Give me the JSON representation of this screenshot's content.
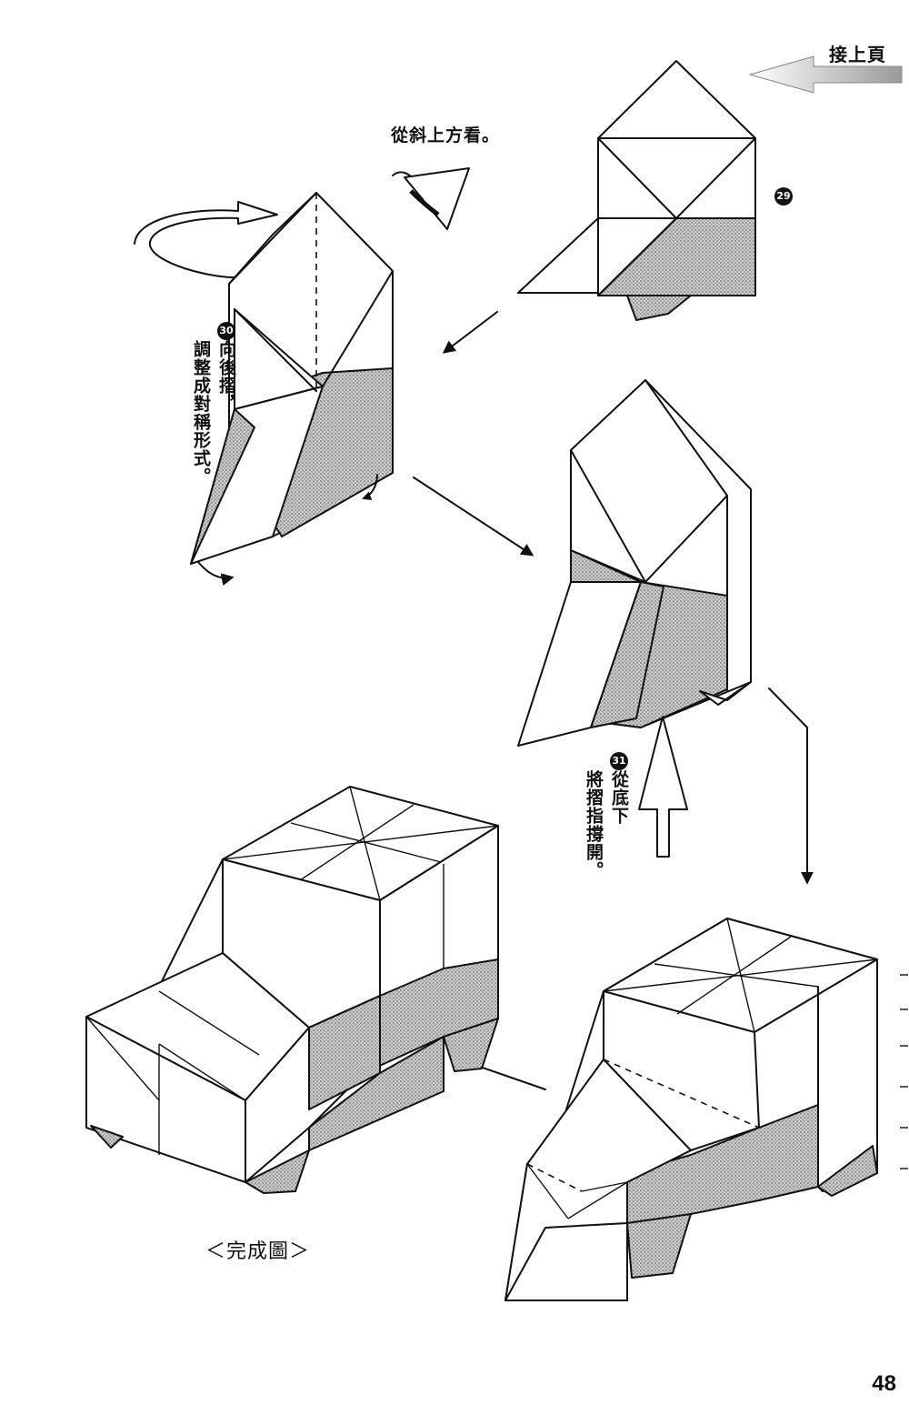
{
  "header": {
    "continue_label": "接上頁"
  },
  "captions": {
    "view_hint": "從斜上方看。",
    "step29": {
      "number": "29"
    },
    "step30": {
      "number": "30",
      "line1": "向後摺，",
      "line2": "調整成對稱形式。"
    },
    "step31": {
      "number": "31",
      "line1": "從底下",
      "line2": "將摺指撐開。"
    },
    "finished": "＜完成圖＞"
  },
  "page_number": "48",
  "colors": {
    "ink": "#111111",
    "shade": "#b9b9b9"
  },
  "icons": {
    "eye": "eye-icon",
    "continue_arrow": "arrow-left-icon"
  }
}
